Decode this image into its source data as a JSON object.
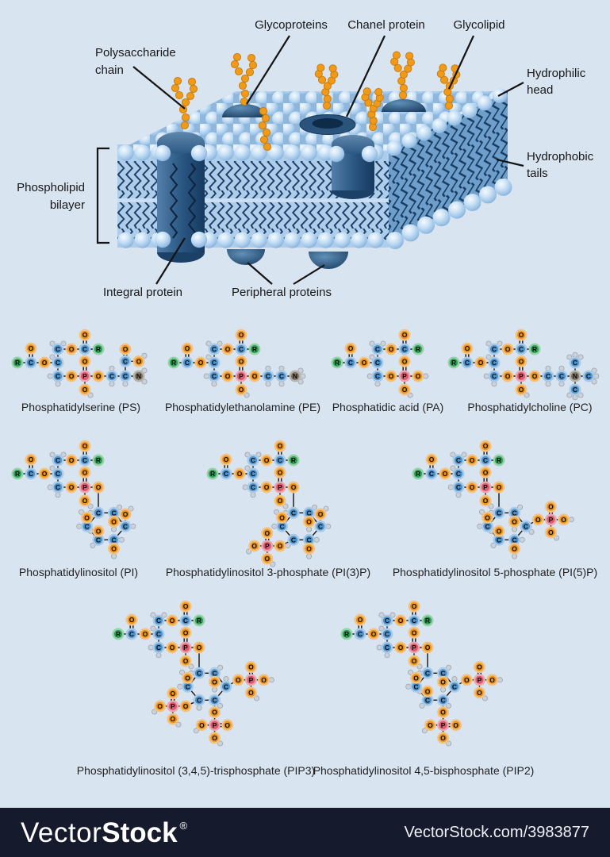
{
  "page": {
    "background": "#d9e4f1"
  },
  "membrane": {
    "labels": {
      "glycoproteins": {
        "text": "Glycoproteins"
      },
      "chanel_protein": {
        "text": "Chanel protein"
      },
      "glycolipid": {
        "text": "Glycolipid"
      },
      "polysaccharide_chain": {
        "line1": "Polysaccharide",
        "line2": "chain"
      },
      "hydrophilic_head": {
        "line1": "Hydrophilic",
        "line2": "head"
      },
      "hydrophobic_tails": {
        "line1": "Hydrophobic",
        "line2": "tails"
      },
      "phospholipid_bilayer": {
        "line1": "Phospholipid",
        "line2": "bilayer"
      },
      "integral_protein": {
        "text": "Integral protein"
      },
      "peripheral_proteins": {
        "text": "Peripheral proteins"
      }
    },
    "colors": {
      "head_sphere": "#bcd8f0",
      "tail_zigzag": "#1e4066",
      "front_face": "#aecdea",
      "right_face": "#6d9fca",
      "protein_dark": "#24496f",
      "bead_orange": "#f09a18"
    }
  },
  "atom_colors": {
    "C": "#4e93cc",
    "O": "#ee9213",
    "P": "#dd5a6e",
    "R": "#2ea156",
    "N": "#7e7566",
    "H": "#ccd2da"
  },
  "atom_ring_colors": {
    "C": "#a9cbe7",
    "O": "#f3c386",
    "P": "#eda7b2",
    "R": "#96d1a8",
    "N": "#b9b4a9",
    "H": "#9ba3ae"
  },
  "molecule_backbone": {
    "atoms": [
      [
        "R",
        0,
        2
      ],
      [
        "C",
        1,
        2
      ],
      [
        "O",
        1,
        0.95
      ],
      [
        "O",
        2,
        2
      ],
      [
        "C",
        3,
        2,
        [
          "nw"
        ]
      ],
      [
        "C",
        3,
        1,
        [
          "nw",
          "ne"
        ]
      ],
      [
        "O",
        4,
        1
      ],
      [
        "C",
        5,
        1
      ],
      [
        "O",
        5,
        -0.05
      ],
      [
        "R",
        6,
        1
      ],
      [
        "C",
        3,
        3,
        [
          "w",
          "s"
        ]
      ],
      [
        "O",
        4,
        3
      ],
      [
        "P",
        5,
        3
      ],
      [
        "O",
        5,
        1.9
      ],
      [
        "O",
        5,
        4,
        [
          "se"
        ]
      ],
      [
        "O",
        6,
        3
      ]
    ],
    "bonds": [
      [
        0,
        1
      ],
      [
        1,
        2,
        2
      ],
      [
        1,
        3
      ],
      [
        3,
        4
      ],
      [
        4,
        5
      ],
      [
        5,
        6
      ],
      [
        6,
        7
      ],
      [
        7,
        8,
        2
      ],
      [
        7,
        9
      ],
      [
        4,
        10
      ],
      [
        10,
        11
      ],
      [
        11,
        12
      ],
      [
        12,
        13,
        2
      ],
      [
        12,
        14
      ],
      [
        12,
        15
      ]
    ]
  },
  "molecules": [
    {
      "id": "ps",
      "label": "Phosphatidylserine (PS)",
      "atoms": [
        [
          "C",
          7,
          3,
          [
            "n",
            "s"
          ]
        ],
        [
          "C",
          8,
          3,
          [
            "s"
          ]
        ],
        [
          "N",
          9,
          3,
          [
            "ne",
            "se"
          ]
        ],
        [
          "C",
          8,
          1.9
        ],
        [
          "O",
          8,
          1.0
        ],
        [
          "O",
          9,
          1.9,
          [
            "ne"
          ]
        ]
      ],
      "bonds": [
        [
          15,
          16
        ],
        [
          16,
          17
        ],
        [
          17,
          18
        ],
        [
          17,
          19
        ],
        [
          19,
          20,
          2
        ],
        [
          19,
          21
        ]
      ]
    },
    {
      "id": "pe",
      "label": "Phosphatidylethanolamine (PE)",
      "atoms": [
        [
          "C",
          7,
          3,
          [
            "n",
            "s"
          ]
        ],
        [
          "C",
          8,
          3,
          [
            "n",
            "s"
          ]
        ],
        [
          "N",
          9,
          3,
          [
            "ne",
            "e",
            "se"
          ]
        ]
      ],
      "bonds": [
        [
          15,
          16
        ],
        [
          16,
          17
        ],
        [
          17,
          18
        ]
      ]
    },
    {
      "id": "pa",
      "label": "Phosphatidic acid (PA)",
      "atoms": [],
      "bonds": [],
      "backbone_h": {
        "15": [
          "e"
        ]
      }
    },
    {
      "id": "pc",
      "label": "Phosphatidylcholine (PC)",
      "atoms": [
        [
          "C",
          7,
          3,
          [
            "n",
            "s"
          ]
        ],
        [
          "C",
          8,
          3,
          [
            "n",
            "s"
          ]
        ],
        [
          "N",
          9,
          3
        ],
        [
          "C",
          9,
          2,
          [
            "nw",
            "n",
            "ne"
          ]
        ],
        [
          "C",
          10,
          3,
          [
            "ne",
            "e",
            "se"
          ]
        ],
        [
          "C",
          9,
          4,
          [
            "sw",
            "s",
            "se"
          ]
        ]
      ],
      "bonds": [
        [
          15,
          16
        ],
        [
          16,
          17
        ],
        [
          17,
          18
        ],
        [
          18,
          19
        ],
        [
          18,
          20
        ],
        [
          18,
          21
        ]
      ]
    },
    {
      "id": "pi",
      "label": "Phosphatidylinositol (PI)",
      "atoms": [
        [
          "C",
          6,
          4.9,
          [
            "w"
          ]
        ],
        [
          "C",
          7.15,
          4.9,
          [
            "ne"
          ]
        ],
        [
          "C",
          8,
          5.9,
          [
            "e"
          ]
        ],
        [
          "C",
          7.15,
          6.9,
          [
            "e"
          ]
        ],
        [
          "C",
          6,
          6.9,
          [
            "sw"
          ]
        ],
        [
          "C",
          5.15,
          5.9,
          [
            "w"
          ]
        ],
        [
          "O",
          7.15,
          5.55,
          [
            "s"
          ]
        ],
        [
          "O",
          8,
          5.0,
          [
            "ne"
          ]
        ],
        [
          "O",
          7.15,
          7.55,
          [
            "s"
          ]
        ],
        [
          "O",
          6,
          6.25,
          [
            "w"
          ]
        ],
        [
          "O",
          5.15,
          5.25,
          [
            "nw"
          ]
        ]
      ],
      "bonds": [
        [
          15,
          16
        ],
        [
          16,
          17
        ],
        [
          17,
          18
        ],
        [
          18,
          19
        ],
        [
          19,
          20
        ],
        [
          20,
          21
        ],
        [
          21,
          16
        ],
        [
          17,
          22
        ],
        [
          18,
          23
        ],
        [
          19,
          24
        ],
        [
          20,
          25
        ],
        [
          21,
          26
        ]
      ]
    },
    {
      "id": "pi3p",
      "label": "Phosphatidylinositol 3-phosphate (PI(3)P)",
      "atoms": [
        [
          "C",
          6,
          4.9,
          [
            "w"
          ]
        ],
        [
          "C",
          7.15,
          4.9,
          [
            "ne"
          ]
        ],
        [
          "C",
          8,
          5.9,
          [
            "e"
          ]
        ],
        [
          "C",
          7.15,
          6.9,
          [
            "e"
          ]
        ],
        [
          "C",
          6,
          6.9,
          [
            "sw"
          ]
        ],
        [
          "C",
          5.15,
          5.9,
          [
            "w"
          ]
        ],
        [
          "O",
          7.15,
          5.55,
          [
            "s"
          ]
        ],
        [
          "O",
          8,
          5.0,
          [
            "ne"
          ]
        ],
        [
          "O",
          7.15,
          7.55,
          [
            "s"
          ]
        ],
        [
          "O",
          5.15,
          5.25,
          [
            "nw"
          ]
        ],
        [
          "O",
          5.0,
          7.35
        ],
        [
          "P",
          4.05,
          7.35
        ],
        [
          "O",
          4.05,
          6.4
        ],
        [
          "O",
          3.1,
          7.35,
          [
            "sw"
          ]
        ],
        [
          "O",
          4.05,
          8.3,
          [
            "se"
          ]
        ]
      ],
      "bonds": [
        [
          15,
          16
        ],
        [
          16,
          17
        ],
        [
          17,
          18
        ],
        [
          18,
          19
        ],
        [
          19,
          20
        ],
        [
          20,
          21
        ],
        [
          21,
          16
        ],
        [
          17,
          22
        ],
        [
          18,
          23
        ],
        [
          19,
          24
        ],
        [
          21,
          25
        ],
        [
          20,
          26
        ],
        [
          26,
          27
        ],
        [
          27,
          28,
          2
        ],
        [
          27,
          29
        ],
        [
          27,
          30
        ]
      ]
    },
    {
      "id": "pi5p",
      "label": "Phosphatidylinositol 5-phosphate (PI(5)P)",
      "atoms": [
        [
          "C",
          6,
          4.9,
          [
            "w"
          ]
        ],
        [
          "C",
          7.15,
          4.9,
          [
            "ne"
          ]
        ],
        [
          "C",
          8,
          5.9,
          [
            "se"
          ]
        ],
        [
          "C",
          7.15,
          6.9,
          [
            "e"
          ]
        ],
        [
          "C",
          6,
          6.9,
          [
            "sw"
          ]
        ],
        [
          "C",
          5.15,
          5.9,
          [
            "w"
          ]
        ],
        [
          "O",
          7.15,
          5.55,
          [
            "s"
          ]
        ],
        [
          "O",
          7.15,
          7.55,
          [
            "s"
          ]
        ],
        [
          "O",
          6,
          6.25,
          [
            "w"
          ]
        ],
        [
          "O",
          5.15,
          5.25,
          [
            "nw"
          ]
        ],
        [
          "O",
          8.9,
          5.4
        ],
        [
          "P",
          9.85,
          5.4
        ],
        [
          "O",
          9.85,
          4.45
        ],
        [
          "O",
          10.8,
          5.4,
          [
            "e"
          ]
        ],
        [
          "O",
          9.85,
          6.35,
          [
            "se"
          ]
        ]
      ],
      "bonds": [
        [
          15,
          16
        ],
        [
          16,
          17
        ],
        [
          17,
          18
        ],
        [
          18,
          19
        ],
        [
          19,
          20
        ],
        [
          20,
          21
        ],
        [
          21,
          16
        ],
        [
          17,
          22
        ],
        [
          19,
          23
        ],
        [
          20,
          24
        ],
        [
          21,
          25
        ],
        [
          18,
          26
        ],
        [
          26,
          27
        ],
        [
          27,
          28,
          2
        ],
        [
          27,
          29
        ],
        [
          27,
          30
        ]
      ]
    },
    {
      "id": "pip3",
      "label": "Phosphatidylinositol (3,4,5)-trisphosphate (PIP3)",
      "atoms": [
        [
          "C",
          6,
          4.9,
          [
            "w"
          ]
        ],
        [
          "C",
          7.15,
          4.9,
          [
            "ne"
          ]
        ],
        [
          "C",
          8,
          5.9,
          [
            "n"
          ]
        ],
        [
          "C",
          7.15,
          6.9,
          [
            "se"
          ]
        ],
        [
          "C",
          6,
          6.9,
          [
            "s"
          ]
        ],
        [
          "C",
          5.15,
          5.9,
          [
            "w"
          ]
        ],
        [
          "O",
          7.15,
          5.55,
          [
            "s"
          ]
        ],
        [
          "O",
          5.15,
          5.25,
          [
            "nw"
          ]
        ],
        [
          "O",
          5.0,
          7.35
        ],
        [
          "P",
          4.05,
          7.35
        ],
        [
          "O",
          4.05,
          6.4
        ],
        [
          "O",
          3.1,
          7.35,
          [
            "sw"
          ]
        ],
        [
          "O",
          4.05,
          8.3,
          [
            "se"
          ]
        ],
        [
          "O",
          8.9,
          5.4
        ],
        [
          "P",
          9.85,
          5.4
        ],
        [
          "O",
          9.85,
          4.45
        ],
        [
          "O",
          10.8,
          5.4,
          [
            "e"
          ]
        ],
        [
          "O",
          9.85,
          6.35,
          [
            "se"
          ]
        ],
        [
          "O",
          7.15,
          7.8
        ],
        [
          "P",
          7.15,
          8.75
        ],
        [
          "O",
          6.2,
          8.75,
          [
            "sw"
          ]
        ],
        [
          "O",
          8.1,
          8.75
        ],
        [
          "O",
          7.15,
          9.7,
          [
            "se"
          ]
        ]
      ],
      "bonds": [
        [
          15,
          16
        ],
        [
          16,
          17
        ],
        [
          17,
          18
        ],
        [
          18,
          19
        ],
        [
          19,
          20
        ],
        [
          20,
          21
        ],
        [
          21,
          16
        ],
        [
          17,
          22
        ],
        [
          21,
          23
        ],
        [
          20,
          24
        ],
        [
          24,
          25
        ],
        [
          25,
          26,
          2
        ],
        [
          25,
          27
        ],
        [
          25,
          28
        ],
        [
          18,
          29
        ],
        [
          29,
          30
        ],
        [
          30,
          31,
          2
        ],
        [
          30,
          32
        ],
        [
          30,
          33
        ],
        [
          19,
          34
        ],
        [
          34,
          35
        ],
        [
          35,
          36
        ],
        [
          35,
          37,
          2
        ],
        [
          35,
          38
        ]
      ]
    },
    {
      "id": "pip2",
      "label": "Phosphatidylinositol 4,5-bisphosphate (PIP2)",
      "atoms": [
        [
          "C",
          6,
          4.9,
          [
            "w"
          ]
        ],
        [
          "C",
          7.15,
          4.9,
          [
            "ne"
          ]
        ],
        [
          "C",
          8,
          5.9,
          [
            "n"
          ]
        ],
        [
          "C",
          7.15,
          6.9,
          [
            "se"
          ]
        ],
        [
          "C",
          6,
          6.9,
          [
            "sw"
          ]
        ],
        [
          "C",
          5.15,
          5.9,
          [
            "w"
          ]
        ],
        [
          "O",
          7.15,
          5.55,
          [
            "s"
          ]
        ],
        [
          "O",
          6,
          6.25,
          [
            "w"
          ]
        ],
        [
          "O",
          5.15,
          5.25,
          [
            "nw"
          ]
        ],
        [
          "O",
          8.9,
          5.4
        ],
        [
          "P",
          9.85,
          5.4
        ],
        [
          "O",
          9.85,
          4.45
        ],
        [
          "O",
          10.8,
          5.4,
          [
            "e"
          ]
        ],
        [
          "O",
          9.85,
          6.35,
          [
            "se"
          ]
        ],
        [
          "O",
          7.15,
          7.8
        ],
        [
          "P",
          7.15,
          8.75
        ],
        [
          "O",
          6.2,
          8.75,
          [
            "sw"
          ]
        ],
        [
          "O",
          8.1,
          8.75
        ],
        [
          "O",
          7.15,
          9.7,
          [
            "se"
          ]
        ]
      ],
      "bonds": [
        [
          15,
          16
        ],
        [
          16,
          17
        ],
        [
          17,
          18
        ],
        [
          18,
          19
        ],
        [
          19,
          20
        ],
        [
          20,
          21
        ],
        [
          21,
          16
        ],
        [
          17,
          22
        ],
        [
          20,
          23
        ],
        [
          21,
          24
        ],
        [
          18,
          25
        ],
        [
          25,
          26
        ],
        [
          26,
          27,
          2
        ],
        [
          26,
          28
        ],
        [
          26,
          29
        ],
        [
          19,
          30
        ],
        [
          30,
          31
        ],
        [
          31,
          32
        ],
        [
          31,
          33,
          2
        ],
        [
          31,
          34
        ]
      ]
    }
  ],
  "footer": {
    "bg": "#151a2c",
    "brand_light": "Vector",
    "brand_bold": "Stock",
    "registered": "®",
    "credit": "VectorStock.com/3983877"
  }
}
